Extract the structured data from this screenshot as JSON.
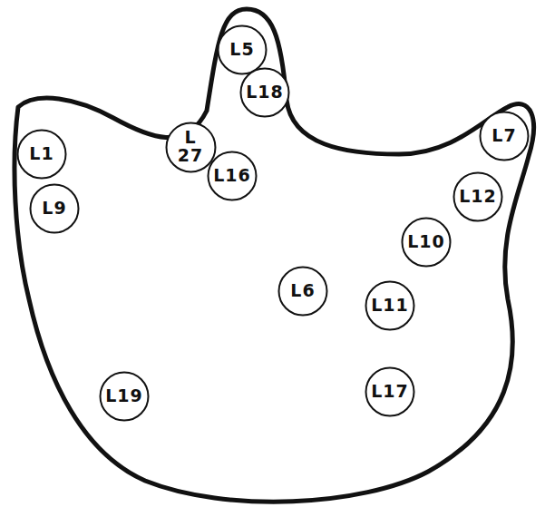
{
  "diagram": {
    "nodes": [
      {
        "text": [
          "L5"
        ]
      },
      {
        "text": [
          "L18"
        ]
      },
      {
        "text": [
          "L7"
        ]
      },
      {
        "text": [
          "L1"
        ]
      },
      {
        "text": [
          "L 27"
        ]
      },
      {
        "text": [
          "L16"
        ]
      },
      {
        "text": [
          "L12"
        ]
      },
      {
        "text": [
          "L9"
        ]
      },
      {
        "text": [
          "L10"
        ]
      },
      {
        "text": [
          "L6"
        ]
      },
      {
        "text": [
          "L11"
        ]
      },
      {
        "text": [
          "L17"
        ]
      },
      {
        "text": [
          "L19"
        ]
      }
    ]
  }
}
